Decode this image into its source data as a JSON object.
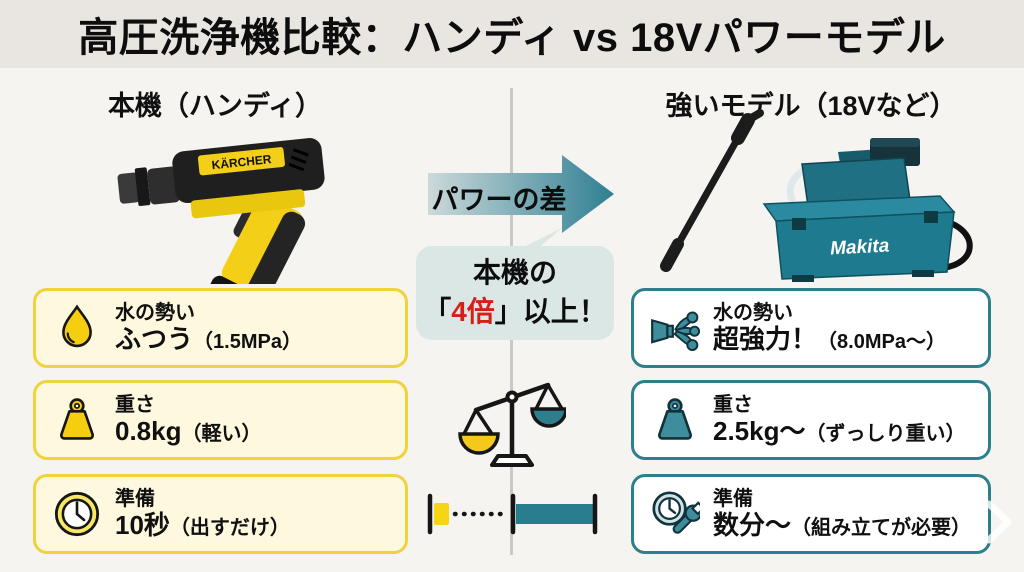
{
  "title": "高圧洗浄機比較：ハンディ vs 18Vパワーモデル",
  "left": {
    "header": "本機（ハンディ）",
    "product_brand": "KÄRCHER",
    "accent_color": "#f0d23d",
    "card_bg": "#fdf8de",
    "cards": [
      {
        "icon": "water-drop-icon",
        "label": "水の勢い",
        "value": "ふつう",
        "note": "（1.5MPa）"
      },
      {
        "icon": "weight-icon",
        "label": "重さ",
        "value": "0.8kg",
        "note": "（軽い）"
      },
      {
        "icon": "clock-icon",
        "label": "準備",
        "value": "10秒",
        "note": "（出すだけ）"
      }
    ]
  },
  "right": {
    "header": "強いモデル（18Vなど）",
    "product_brand": "Makita",
    "accent_color": "#2e7f8e",
    "card_bg": "#ffffff",
    "cards": [
      {
        "icon": "spray-icon",
        "label": "水の勢い",
        "value": "超強力！",
        "note": "（8.0MPa〜）"
      },
      {
        "icon": "weight-icon",
        "label": "重さ",
        "value": "2.5kg〜",
        "note": "（ずっしり重い）"
      },
      {
        "icon": "clock-wrench-icon",
        "label": "準備",
        "value": "数分〜",
        "note": "（組み立てが必要）"
      }
    ]
  },
  "center": {
    "arrow_label": "パワーの差",
    "arrow_gradient": [
      "#ccd9da",
      "#2f7f93"
    ],
    "bubble_bg": "#dbe7e5",
    "bubble_line1": "本機の",
    "bubble_open": "「",
    "bubble_highlight": "4倍",
    "bubble_close": "」以上！",
    "highlight_color": "#d42016",
    "scale_left_pan_color": "#f5c81c",
    "scale_right_pan_color": "#2e7f8e",
    "sizebar_small_color": "#f6d514",
    "sizebar_large_color": "#2a7d8d"
  },
  "icons": {
    "water-drop-icon": "yellow water droplet",
    "weight-icon": "kettlebell weight",
    "clock-icon": "clock face",
    "spray-icon": "nozzle spraying three jets",
    "clock-wrench-icon": "clock with wrench",
    "balance-scale-icon": "tilted balance scale",
    "size-compare-icon": "small vs large length bars",
    "chevron-right-icon": "next arrow overlay"
  },
  "page": {
    "bg": "#f6f4f1",
    "header_bg": "#e9e6e2"
  }
}
